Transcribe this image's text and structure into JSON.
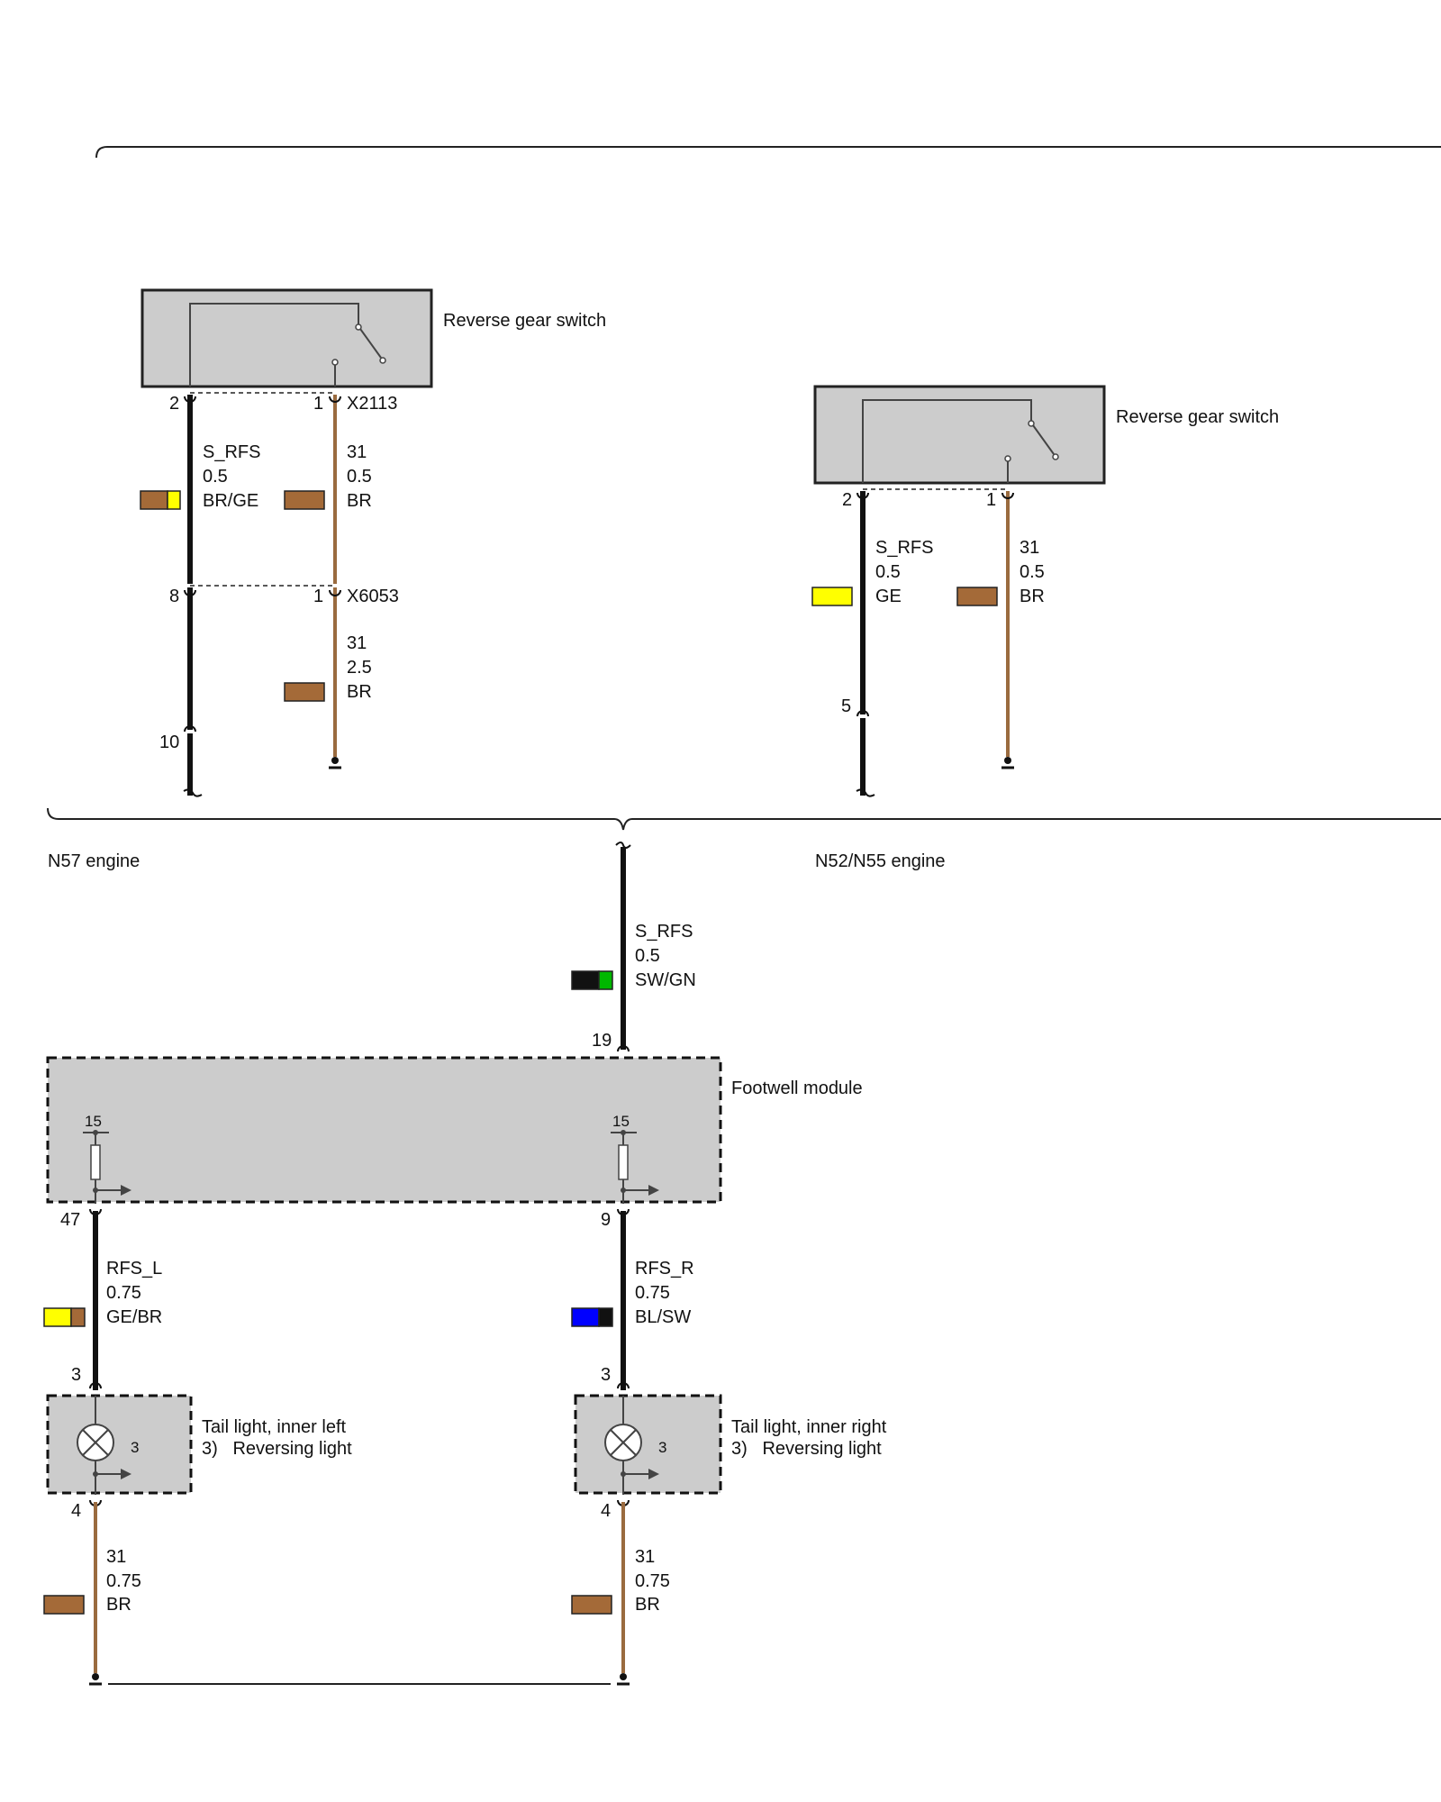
{
  "colors": {
    "black_wire": "#111111",
    "brown_wire": "#9a6b3f",
    "brown_swatch": "#a46a38",
    "yellow": "#ffff00",
    "green": "#00b800",
    "blue": "#0000ff",
    "component_fill": "#cccccc"
  },
  "n57": {
    "engine_label": "N57 engine",
    "switch": {
      "title": "Reverse gear switch",
      "connector": "X2113",
      "pin_left": "2",
      "pin_right": "1"
    },
    "wire_srfs": {
      "signal": "S_RFS",
      "size": "0.5",
      "color": "BR/GE"
    },
    "wire_31_top": {
      "signal": "31",
      "size": "0.5",
      "color": "BR"
    },
    "connector2": {
      "name": "X6053",
      "pin_left": "8",
      "pin_right": "1"
    },
    "wire_31_bottom": {
      "signal": "31",
      "size": "2.5",
      "color": "BR"
    },
    "pin_bottom": "10"
  },
  "n52": {
    "engine_label": "N52/N55 engine",
    "switch": {
      "title": "Reverse gear switch",
      "pin_left": "2",
      "pin_right": "1"
    },
    "wire_srfs": {
      "signal": "S_RFS",
      "size": "0.5",
      "color": "GE"
    },
    "wire_31": {
      "signal": "31",
      "size": "0.5",
      "color": "BR"
    },
    "pin_bottom": "5"
  },
  "common_wire": {
    "signal": "S_RFS",
    "size": "0.5",
    "color": "SW/GN"
  },
  "footwell": {
    "title": "Footwell module",
    "pin_in": "19",
    "term_left": "15",
    "term_right": "15",
    "pin_out_left": "47",
    "pin_out_right": "9"
  },
  "wire_rfs_l": {
    "signal": "RFS_L",
    "size": "0.75",
    "color": "GE/BR"
  },
  "wire_rfs_r": {
    "signal": "RFS_R",
    "size": "0.75",
    "color": "BL/SW"
  },
  "tail_left": {
    "title": "Tail light, inner left",
    "note": "3)   Reversing light",
    "pin_top": "3",
    "pin_bottom": "4",
    "bulb_ref": "3"
  },
  "tail_right": {
    "title": "Tail light, inner right",
    "note": "3)   Reversing light",
    "pin_top": "3",
    "pin_bottom": "4",
    "bulb_ref": "3"
  },
  "ground_left": {
    "signal": "31",
    "size": "0.75",
    "color": "BR"
  },
  "ground_right": {
    "signal": "31",
    "size": "0.75",
    "color": "BR"
  }
}
